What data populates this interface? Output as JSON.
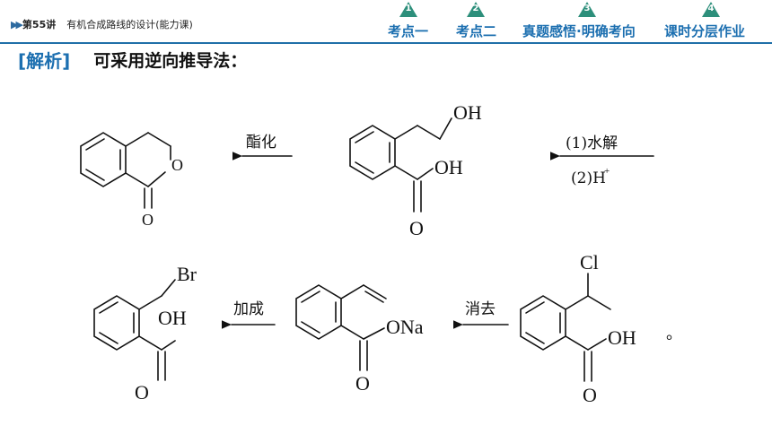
{
  "header": {
    "lecture": "第55讲",
    "course_title": "有机合成路线的设计(能力课)",
    "nav": [
      {
        "num": "1",
        "label": "考点一"
      },
      {
        "num": "2",
        "label": "考点二"
      },
      {
        "num": "3",
        "label": "真题感悟·明确考向"
      },
      {
        "num": "4",
        "label": "课时分层作业"
      }
    ]
  },
  "content": {
    "tag": "[解析]",
    "intro": "可采用逆向推导法："
  },
  "scheme": {
    "step_esterify": "酯化",
    "step_hydrolysis_1": "(1)水解",
    "step_hydrolysis_2": "(2)H",
    "h_charge": "+",
    "step_add": "加成",
    "step_eliminate": "消去",
    "atoms": {
      "o_ring": "O",
      "o_carbonyl": "O",
      "oh": "OH",
      "ona": "ONa",
      "br": "Br",
      "cl": "Cl"
    },
    "end_mark": "。"
  }
}
